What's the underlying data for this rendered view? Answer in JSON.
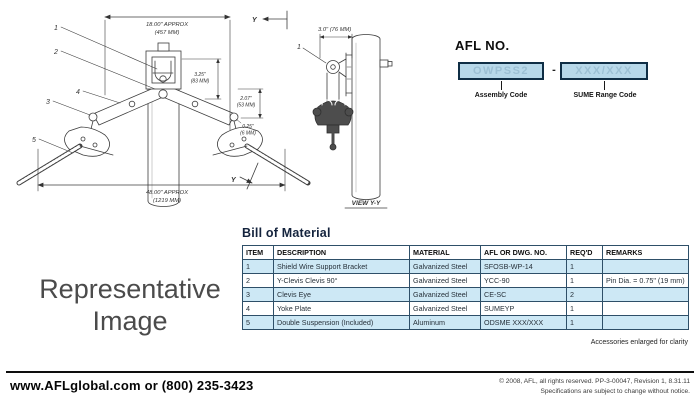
{
  "afl_no": {
    "title": "AFL NO.",
    "assembly_code_value": "OWPSS2",
    "separator": "-",
    "range_code_value": "XXX/XXX",
    "assembly_code_label": "Assembly Code",
    "range_code_label": "SUME Range Code"
  },
  "diagram": {
    "callouts": [
      "1",
      "2",
      "3",
      "4",
      "5"
    ],
    "top_dim": "18.00\" APPROX",
    "top_dim_mm": "(457 MM)",
    "bottom_dim": "48.00\" APPROX",
    "bottom_dim_mm": "(1219 MM)",
    "dim_325": "3.25\"",
    "dim_325_mm": "(83 MM)",
    "dim_207": "2.07\"",
    "dim_207_mm": "(53 MM)",
    "dim_025": "0.25\"",
    "dim_025_mm": "(6 MM)",
    "side_dim": "3.0\" (76 MM)",
    "axis_label": "Y",
    "view_label": "VIEW Y-Y"
  },
  "representative_image": {
    "line1": "Representative",
    "line2": "Image"
  },
  "bom": {
    "title": "Bill of Material",
    "headers": [
      "ITEM",
      "DESCRIPTION",
      "MATERIAL",
      "AFL OR DWG. NO.",
      "REQ'D",
      "REMARKS"
    ],
    "rows": [
      [
        "1",
        "Shield Wire Support Bracket",
        "Galvanized Steel",
        "SFOSB-WP-14",
        "1",
        ""
      ],
      [
        "2",
        "Y-Clevis Clevis 90°",
        "Galvanized Steel",
        "YCC-90",
        "1",
        "Pin Dia. = 0.75\" (19 mm)"
      ],
      [
        "3",
        "Clevis Eye",
        "Galvanized Steel",
        "CE-SC",
        "2",
        ""
      ],
      [
        "4",
        "Yoke Plate",
        "Galvanized Steel",
        "SUMEYP",
        "1",
        ""
      ],
      [
        "5",
        "Double Suspension (Included)",
        "Aluminum",
        "ODSME XXX/XXX",
        "1",
        ""
      ]
    ],
    "note": "Accessories enlarged for clarity"
  },
  "footer": {
    "contact": "www.AFLglobal.com or (800) 235-3423",
    "copyright_line1": "© 2008, AFL, all rights reserved. PP-3-00047, Revision 1, 8.31.11",
    "copyright_line2": "Specifications are subject to change without notice."
  },
  "colors": {
    "accent_blue_fill": "#b7d8e9",
    "table_row_blue": "#cde8f5",
    "border_dark_navy": "#0f2e45",
    "code_text_blue": "#9cc0d4",
    "heading_navy": "#14233d"
  }
}
